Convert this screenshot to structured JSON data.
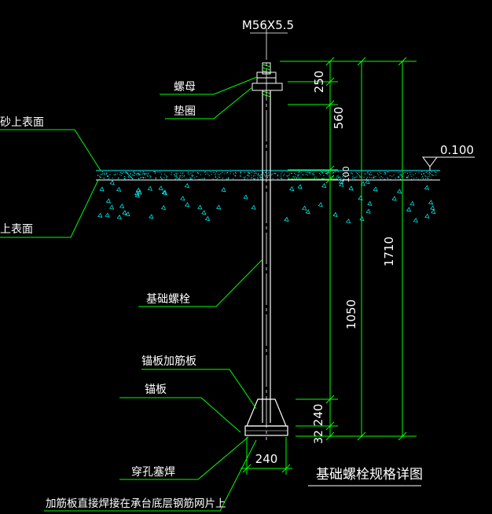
{
  "drawing": {
    "title": "基础螺栓规格详图",
    "bolt_spec": "M56X5.5",
    "elevation": "0.100",
    "labels": {
      "nut": "螺母",
      "washer": "垫圈",
      "mortar_surface": "砂上表面",
      "concrete_surface": "上表面",
      "anchor_bolt": "基础螺栓",
      "stiffener_plate": "锚板加筋板",
      "anchor_plate": "锚板",
      "plug_weld": "穿孔塞焊",
      "weld_note": "加筋板直接焊接在承台底层钢筋网片上"
    },
    "dimensions": {
      "nut_height": "250",
      "above_ground": "560",
      "grout_thickness": "100",
      "embedded_length": "1050",
      "total_length": "1710",
      "stiffener_height": "240",
      "plate_thickness": "32",
      "plate_width": "240"
    }
  },
  "colors": {
    "line": "#ffffff",
    "leader": "#00ff00",
    "dimension": "#00ff00",
    "hatch": "#00ffff",
    "text": "#ffffff"
  }
}
